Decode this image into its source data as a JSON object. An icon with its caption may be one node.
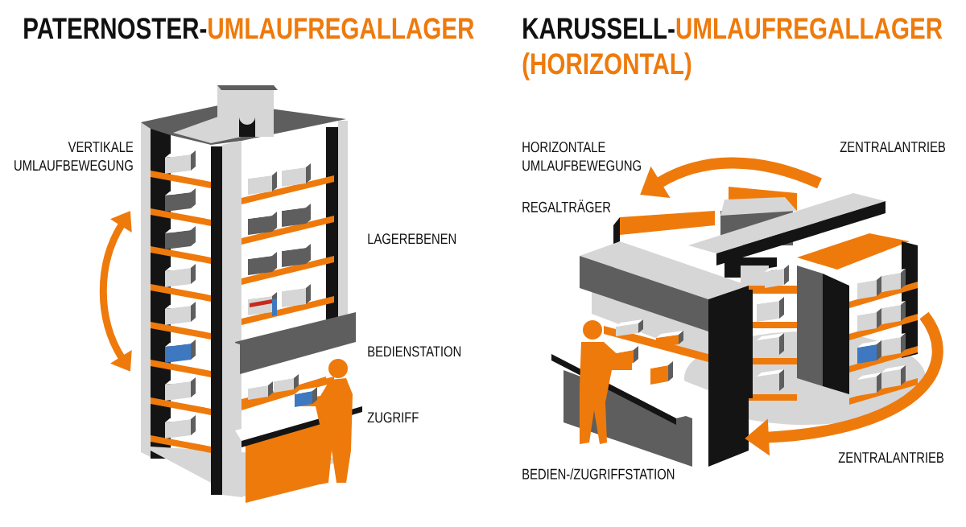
{
  "diagram": {
    "labels": [
      "PATERNOSTER-",
      "UMLAUFREGALLAGER",
      "KARUSSELL-",
      "UMLAUFREGALLAGER (HORIZONTAL)",
      "VERTIKALE UMLAUFBEWEGUNG",
      "LAGEREBENEN",
      "BEDIENSTATION",
      "ZUGRIFF",
      "HORIZONTALE UMLAUFBEWEGUNG",
      "ZENTRALANTRIEB",
      "REGALTRÄGER",
      "ZENTRALANTRIEB",
      "BEDIEN-/ZUGRIFFSTATION"
    ]
  }
}
